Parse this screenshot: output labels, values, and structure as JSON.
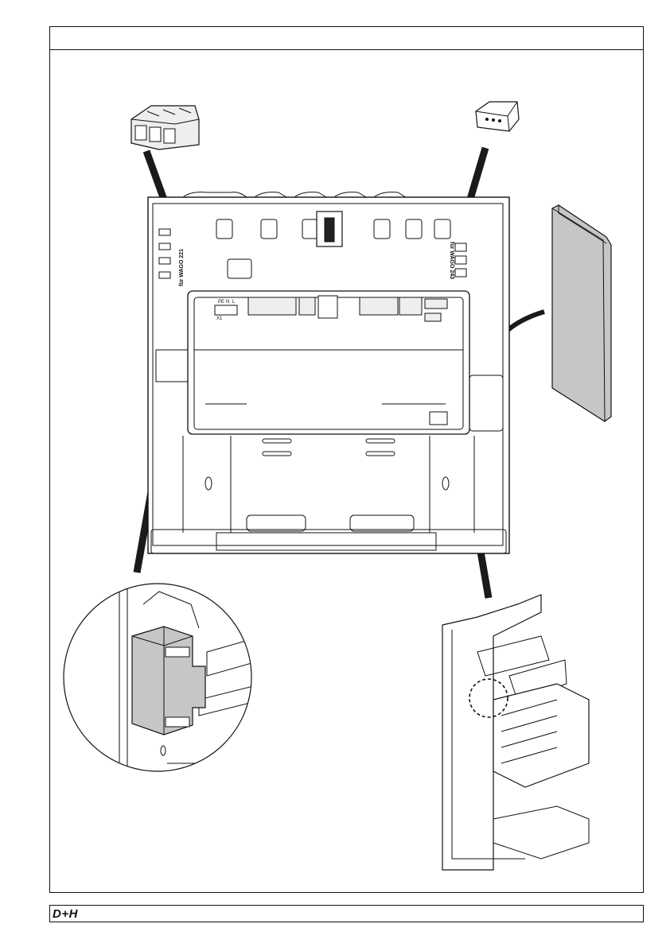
{
  "header": {
    "title": ""
  },
  "labels": {
    "wago_221": "für WAGO 221",
    "wago_243": "für WAGO 243",
    "terminal_pe": "PE",
    "terminal_n": "N",
    "terminal_l": "L",
    "terminal_x1": "X1"
  },
  "footer": {
    "logo_text": "D+H"
  },
  "icons": [
    "wago-221-connector-icon",
    "wago-243-connector-icon",
    "cover-panel-icon",
    "din-rail-module-icon",
    "mounting-bracket-icon"
  ],
  "colors": {
    "line": "#111111",
    "fill_grey": "#c8c8c8",
    "arrow": "#1a1a1a"
  }
}
